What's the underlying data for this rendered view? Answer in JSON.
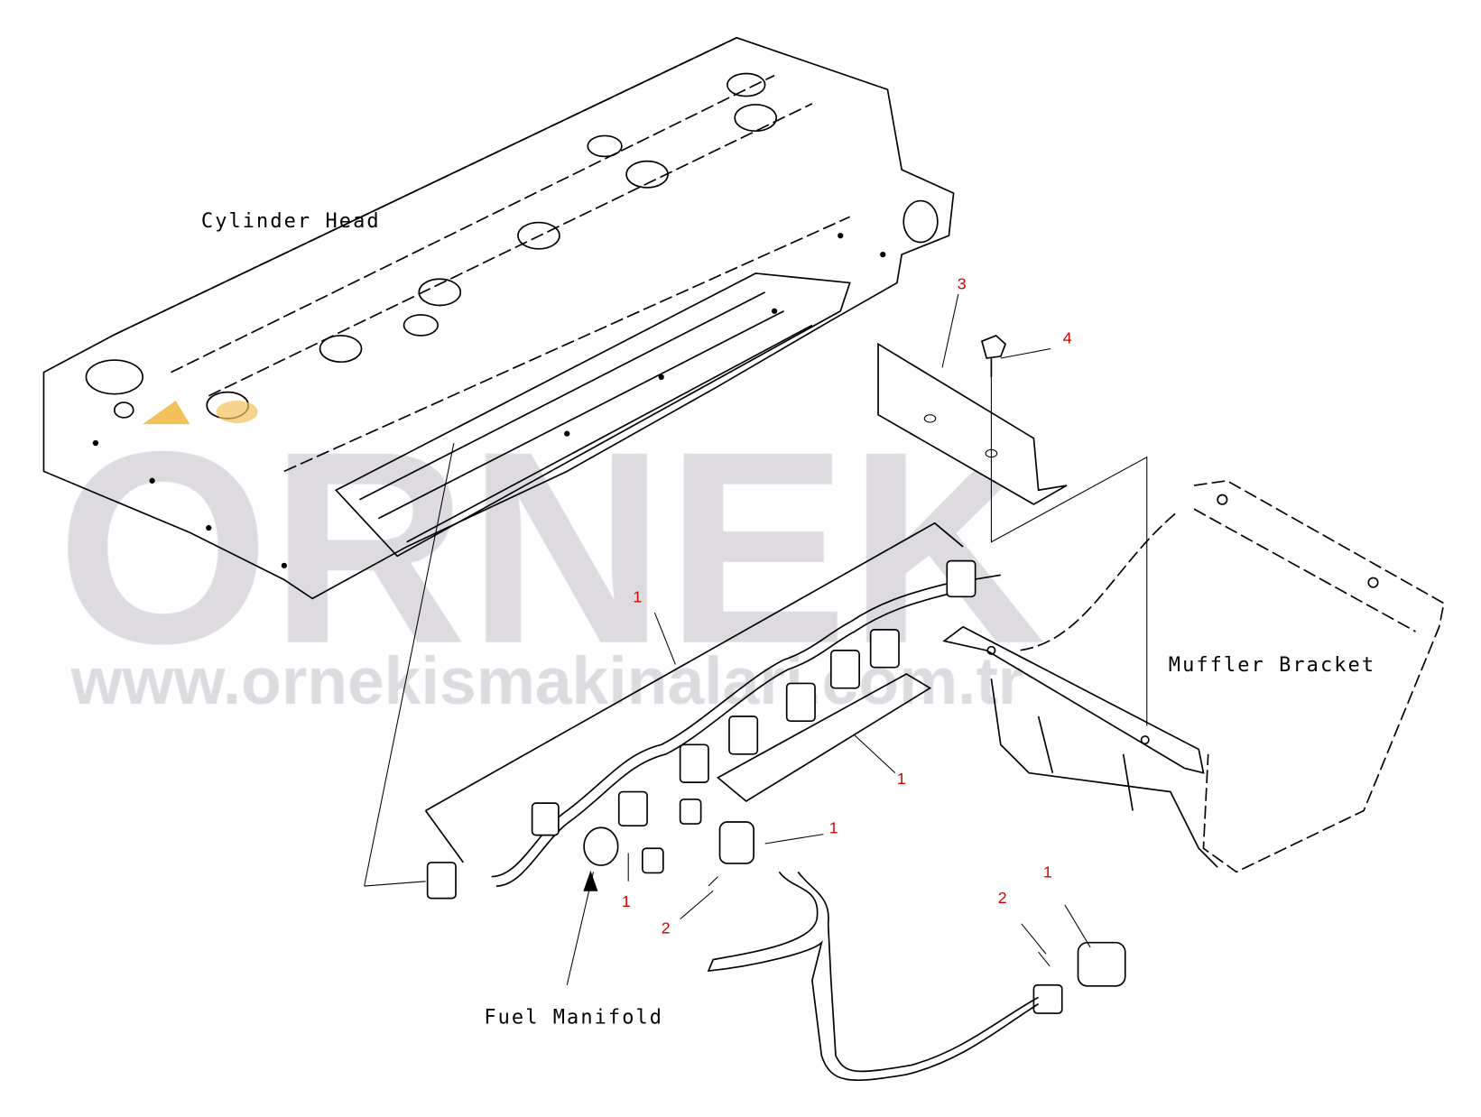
{
  "watermark": {
    "brand": "ORNEK",
    "url": "www.ornekismakinalari.com.tr"
  },
  "labels": {
    "cylinder_head": "Cylinder Head",
    "muffler_bracket": "Muffler Bracket",
    "fuel_manifold": "Fuel Manifold"
  },
  "callouts": [
    {
      "id": "c3",
      "text": "3"
    },
    {
      "id": "c4",
      "text": "4"
    },
    {
      "id": "c1a",
      "text": "1"
    },
    {
      "id": "c1b",
      "text": "1"
    },
    {
      "id": "c1c",
      "text": "1"
    },
    {
      "id": "c1d",
      "text": "1"
    },
    {
      "id": "c1e",
      "text": "1"
    },
    {
      "id": "c2a",
      "text": "2"
    },
    {
      "id": "c2b",
      "text": "2"
    }
  ],
  "colors": {
    "callout": "#d40000",
    "watermark": "#dedbe0",
    "highlight": "#f2c25a"
  }
}
